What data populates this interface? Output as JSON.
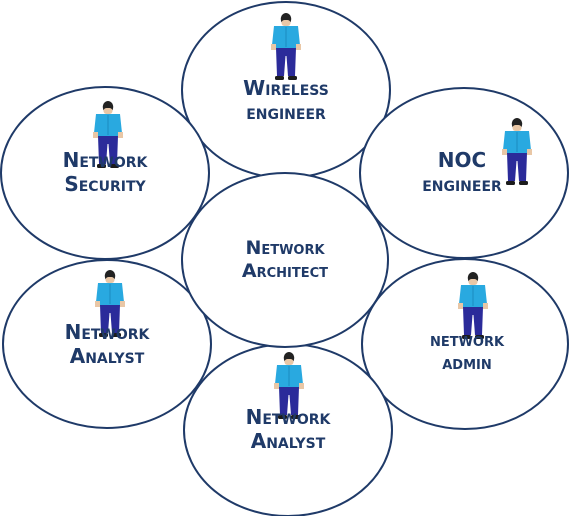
{
  "roles": {
    "wireless": {
      "line1": "Wireless",
      "line2": "engineer"
    },
    "security": {
      "line1": "Network",
      "line2": "Security"
    },
    "noc": {
      "line1": "NOC",
      "line2": "engineer"
    },
    "architect": {
      "line1": "Network",
      "line2": "Architect"
    },
    "analyst_left": {
      "line1": "Network",
      "line2": "Analyst"
    },
    "admin": {
      "line1": "network",
      "line2": "admin"
    },
    "analyst_bottom": {
      "line1": "Network",
      "line2": "Analyst"
    }
  },
  "colors": {
    "ring_stroke": "#1f3a68",
    "ring_fill": "#ffffff",
    "text": "#1f3a68",
    "shirt": "#29a9e0",
    "trousers": "#2b2b9a",
    "hair": "#222222"
  },
  "icons": {
    "person": "person-icon"
  }
}
